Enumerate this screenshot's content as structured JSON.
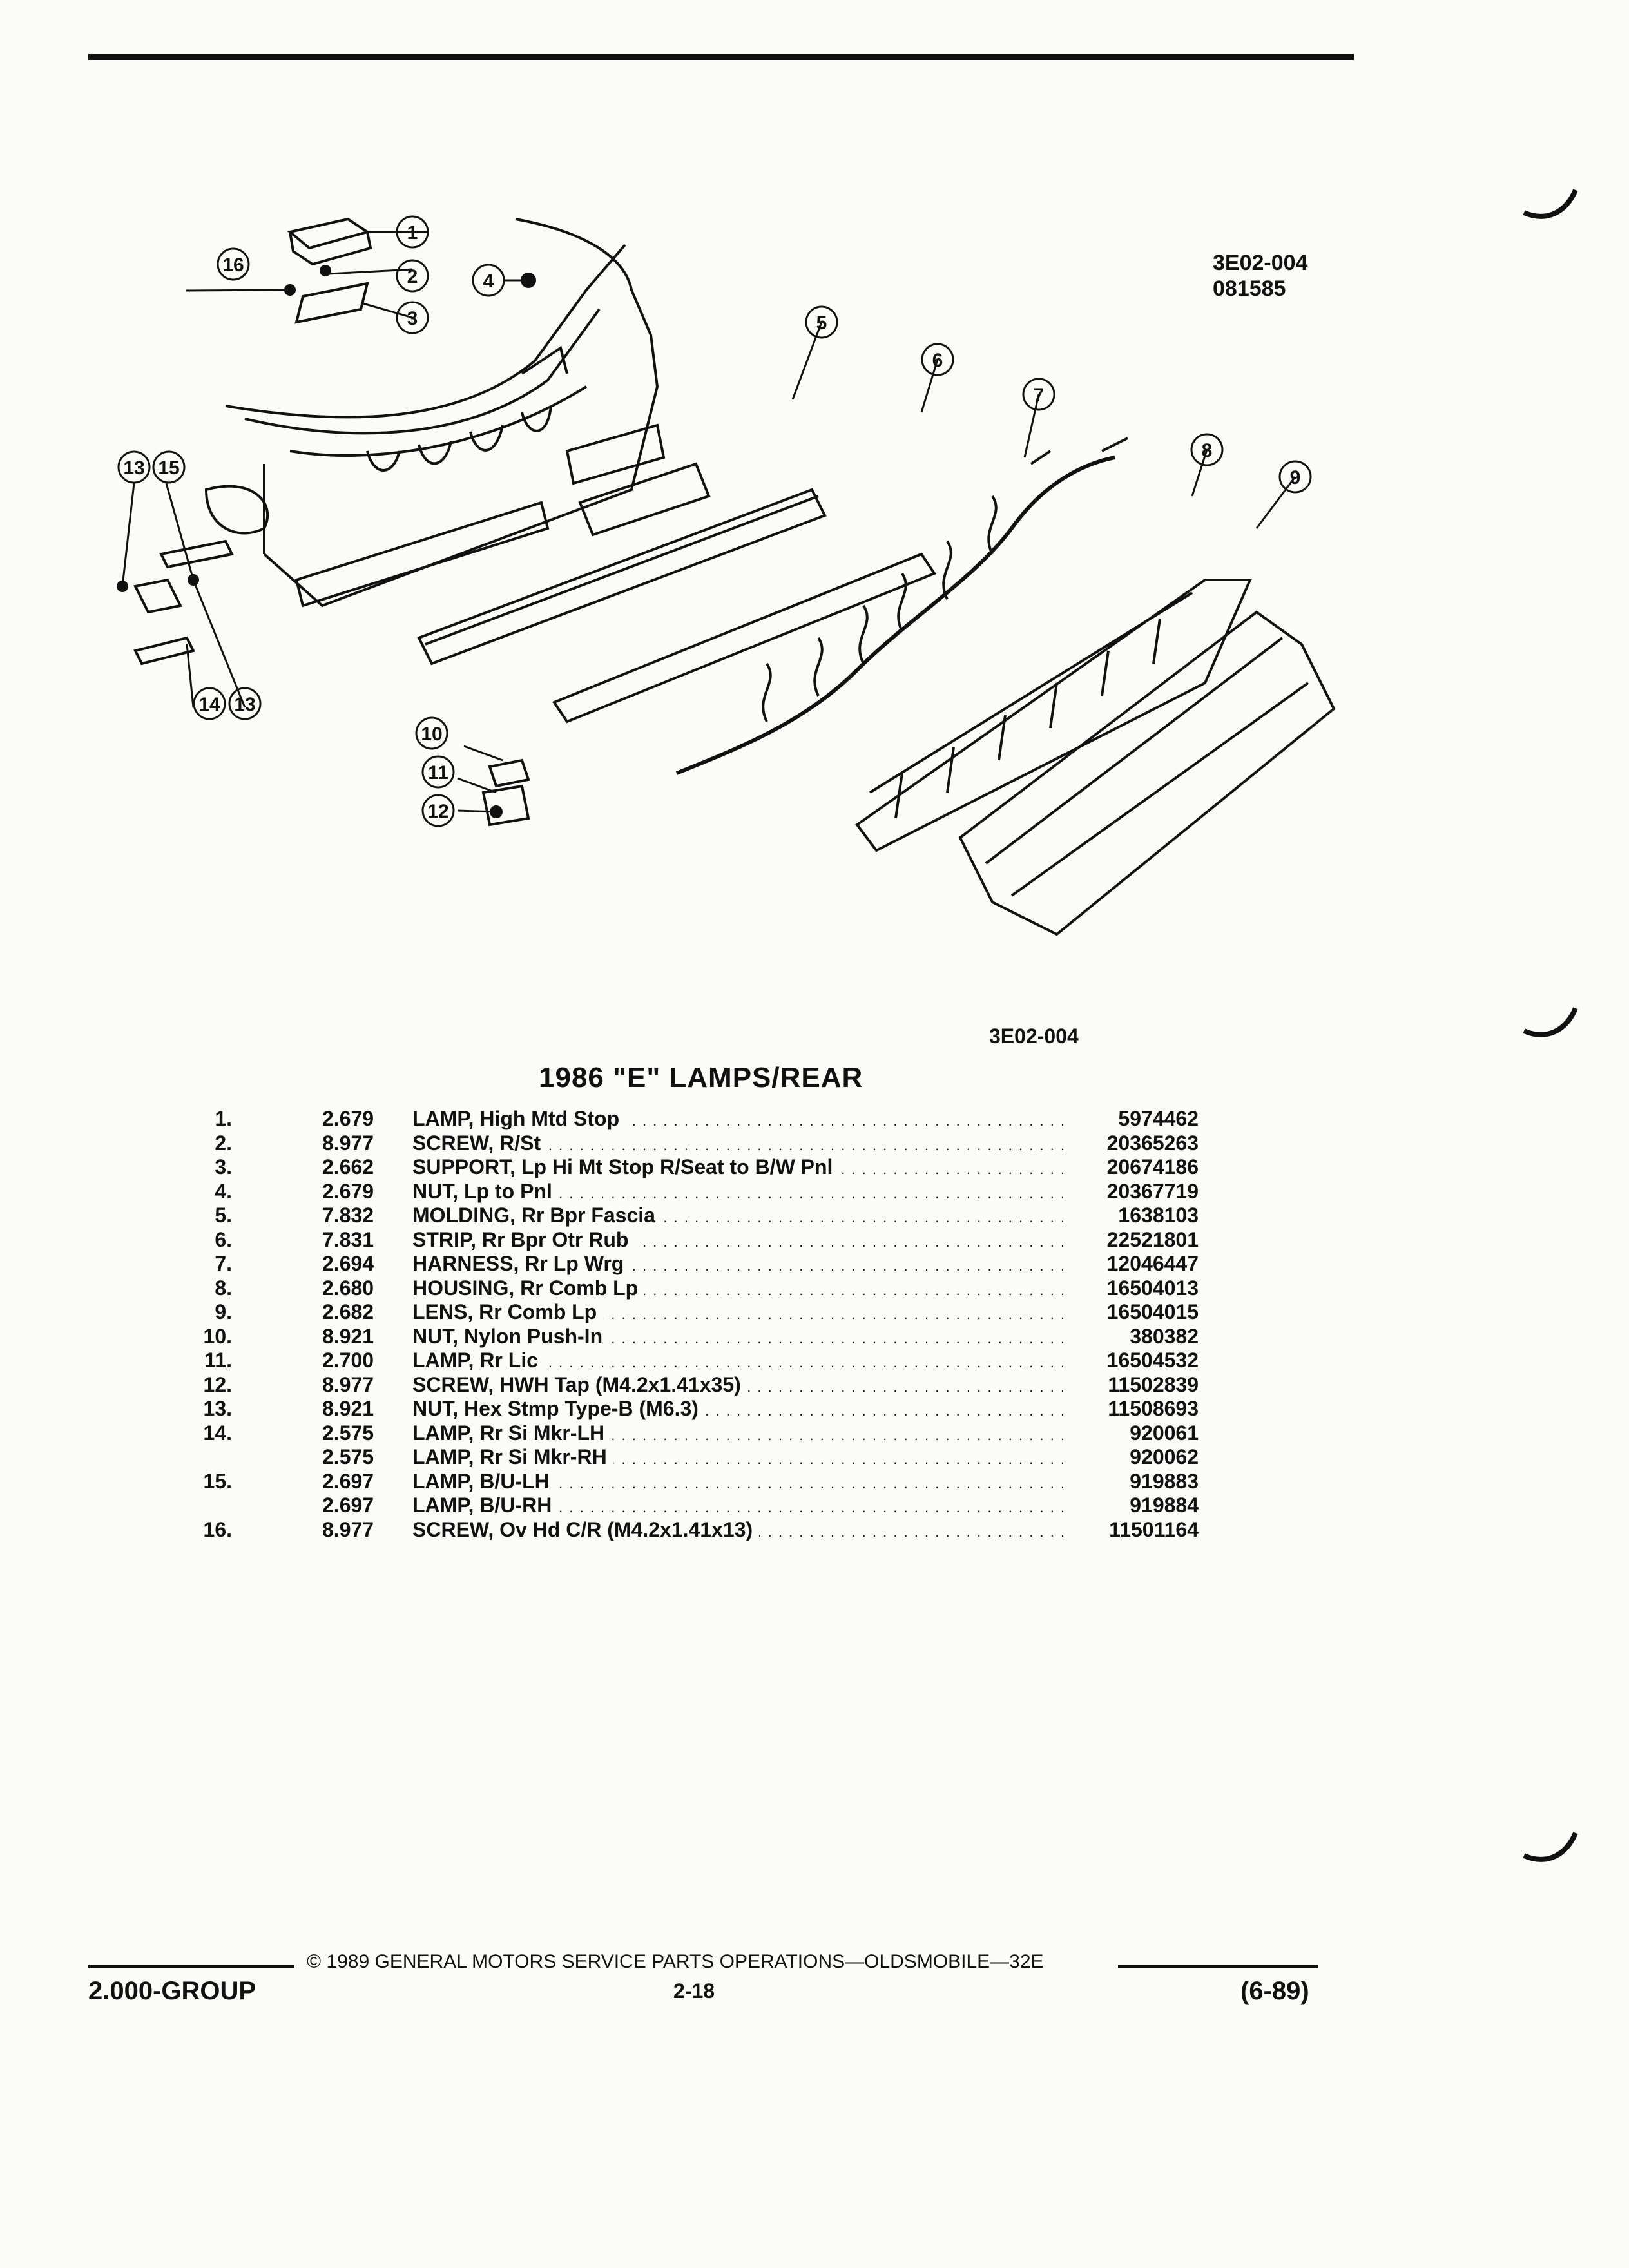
{
  "header": {
    "ref_code_line1": "3E02-004",
    "ref_code_line2": "081585"
  },
  "figure": {
    "code": "3E02-004",
    "callouts": [
      "1",
      "2",
      "3",
      "4",
      "5",
      "6",
      "7",
      "8",
      "9",
      "10",
      "11",
      "12",
      "13",
      "13",
      "14",
      "15",
      "16"
    ]
  },
  "section": {
    "title": "1986 \"E\" LAMPS/REAR"
  },
  "parts": [
    {
      "num": "1.",
      "group": "2.679",
      "desc": "LAMP, High Mtd Stop",
      "part": "5974462"
    },
    {
      "num": "2.",
      "group": "8.977",
      "desc": "SCREW, R/St",
      "part": "20365263"
    },
    {
      "num": "3.",
      "group": "2.662",
      "desc": "SUPPORT, Lp Hi Mt Stop R/Seat to B/W Pnl",
      "part": "20674186"
    },
    {
      "num": "4.",
      "group": "2.679",
      "desc": "NUT, Lp to Pnl",
      "part": "20367719"
    },
    {
      "num": "5.",
      "group": "7.832",
      "desc": "MOLDING, Rr Bpr Fascia",
      "part": "1638103"
    },
    {
      "num": "6.",
      "group": "7.831",
      "desc": "STRIP, Rr Bpr Otr Rub",
      "part": "22521801"
    },
    {
      "num": "7.",
      "group": "2.694",
      "desc": "HARNESS, Rr Lp Wrg",
      "part": "12046447"
    },
    {
      "num": "8.",
      "group": "2.680",
      "desc": "HOUSING, Rr Comb Lp",
      "part": "16504013"
    },
    {
      "num": "9.",
      "group": "2.682",
      "desc": "LENS, Rr Comb Lp",
      "part": "16504015"
    },
    {
      "num": "10.",
      "group": "8.921",
      "desc": "NUT, Nylon Push-In",
      "part": "380382"
    },
    {
      "num": "11.",
      "group": "2.700",
      "desc": "LAMP, Rr Lic",
      "part": "16504532"
    },
    {
      "num": "12.",
      "group": "8.977",
      "desc": "SCREW, HWH Tap (M4.2x1.41x35)",
      "part": "11502839"
    },
    {
      "num": "13.",
      "group": "8.921",
      "desc": "NUT, Hex Stmp Type-B (M6.3)",
      "part": "11508693"
    },
    {
      "num": "14.",
      "group": "2.575",
      "desc": "LAMP, Rr Si Mkr-LH",
      "part": "920061"
    },
    {
      "num": "",
      "group": "2.575",
      "desc": "LAMP, Rr Si Mkr-RH",
      "part": "920062"
    },
    {
      "num": "15.",
      "group": "2.697",
      "desc": "LAMP, B/U-LH",
      "part": "919883"
    },
    {
      "num": "",
      "group": "2.697",
      "desc": "LAMP, B/U-RH",
      "part": "919884"
    },
    {
      "num": "16.",
      "group": "8.977",
      "desc": "SCREW, Ov Hd C/R (M4.2x1.41x13)",
      "part": "11501164"
    }
  ],
  "footer": {
    "copyright": "© 1989 GENERAL MOTORS SERVICE PARTS OPERATIONS—OLDSMOBILE—32E",
    "group": "2.000-GROUP",
    "page": "2-18",
    "date": "(6-89)"
  }
}
